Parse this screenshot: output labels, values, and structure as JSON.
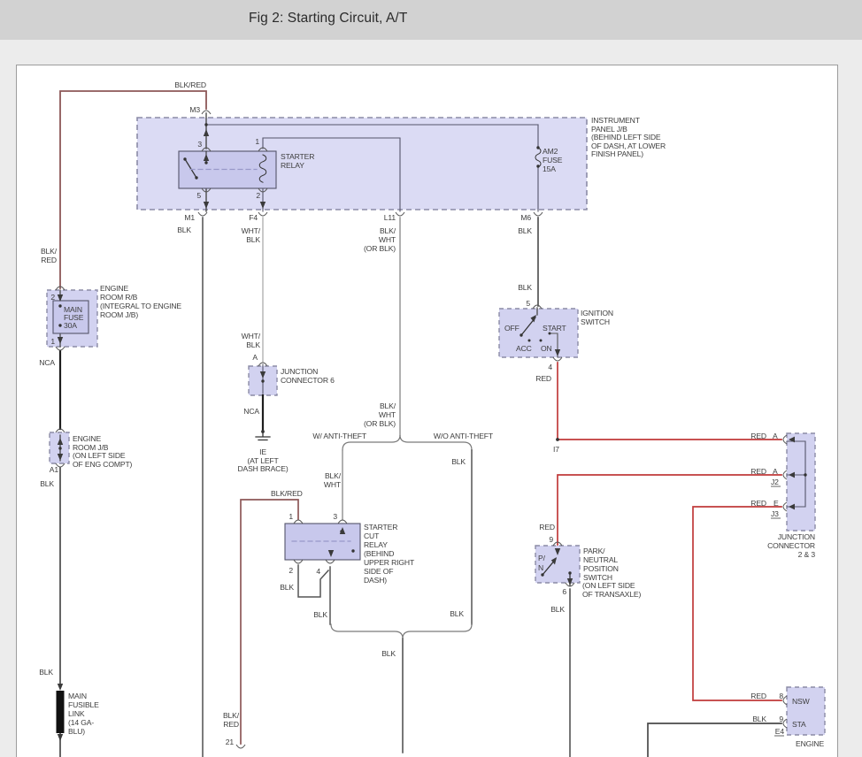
{
  "header": {
    "title": "Fig 2: Starting Circuit, A/T"
  },
  "colors": {
    "red_wire": "#c03a3a",
    "blk_wire": "#4a4a4a",
    "blkred_wire": "#8d5858",
    "box_fill": "#dbdbf4",
    "inner_fill": "#c8c8ec",
    "titlebar": "#d2d2d2"
  },
  "ipjb": {
    "note": [
      "INSTRUMENT",
      "PANEL J/B",
      "(BEHIND LEFT SIDE",
      "OF DASH, AT LOWER",
      "FINISH PANEL)"
    ],
    "m3": "M3",
    "m1": "M1",
    "f4": "F4",
    "l11": "L11",
    "m6": "M6",
    "relay": {
      "name": [
        "STARTER",
        "RELAY"
      ],
      "p3": "3",
      "p1": "1",
      "p5": "5",
      "p2": "2"
    },
    "fuse": [
      "AM2",
      "FUSE",
      "15A"
    ]
  },
  "erb": {
    "note": [
      "ENGINE",
      "ROOM R/B",
      "(INTEGRAL TO ENGINE",
      "ROOM J/B)"
    ],
    "fuse": [
      "MAIN",
      "FUSE",
      "30A"
    ],
    "p2": "2",
    "p1": "1"
  },
  "erjb": {
    "note": [
      "ENGINE",
      "ROOM J/B",
      "(ON LEFT SIDE",
      "OF ENG COMPT)"
    ],
    "a1": "A1"
  },
  "fusible": {
    "note": [
      "MAIN",
      "FUSIBLE",
      "LINK",
      "(14 GA-",
      "BLU)"
    ]
  },
  "jc6": {
    "note": [
      "JUNCTION",
      "CONNECTOR 6"
    ],
    "a": "A"
  },
  "ie": {
    "lines": [
      "IE",
      "(AT LEFT",
      "DASH BRACE)"
    ]
  },
  "ign": {
    "note": [
      "IGNITION",
      "SWITCH"
    ],
    "off": "OFF",
    "acc": "ACC",
    "on": "ON",
    "start": "START",
    "p5": "5",
    "p4": "4"
  },
  "scr": {
    "note": [
      "STARTER",
      "CUT",
      "RELAY",
      "(BEHIND",
      "UPPER RIGHT",
      "SIDE OF",
      "DASH)"
    ],
    "p1": "1",
    "p3": "3",
    "p2": "2",
    "p4": "4"
  },
  "pn": {
    "note": [
      "PARK/",
      "NEUTRAL",
      "POSITION",
      "SWITCH",
      "(ON LEFT SIDE",
      "OF TRANSAXLE)"
    ],
    "pos": [
      "P/",
      "N"
    ],
    "p9": "9",
    "p6": "6"
  },
  "jc23": {
    "note": [
      "JUNCTION",
      "CONNECTOR",
      "2 & 3"
    ]
  },
  "eng": {
    "nsw": "NSW",
    "sta": "STA",
    "name": "ENGINE",
    "p8": "8",
    "p9": "9",
    "e4": "E4"
  },
  "wires": {
    "blkred_top": "BLK/RED",
    "left_a": "BLK/",
    "left_b": "RED",
    "nca_left": "NCA",
    "a1_blk": "BLK",
    "bottom_blk": "BLK",
    "m1_blk": "BLK",
    "f4_a1": "WHT/",
    "f4_a2": "BLK",
    "f4_b1": "WHT/",
    "f4_b2": "BLK",
    "nca_jc6": "NCA",
    "l11_a1": "BLK/",
    "l11_a2": "WHT",
    "l11_a3": "(OR BLK)",
    "l11_b1": "BLK/",
    "l11_b2": "WHT",
    "l11_b3": "(OR BLK)",
    "m6_a": "BLK",
    "m6_b": "BLK",
    "ign_red": "RED",
    "i7": "I7",
    "branch_with": "W/ ANTI-THEFT",
    "branch_without": "W/O ANTI-THEFT",
    "scr_bw1": "BLK/",
    "scr_bw2": "WHT",
    "wo_blk_a": "BLK",
    "wo_blk_b": "BLK",
    "scr_blkred": "BLK/RED",
    "p2_blk": "BLK",
    "p4_blk": "BLK",
    "merged_blk": "BLK",
    "bot_blkred1": "BLK/",
    "bot_blkred2": "RED",
    "c21": "21",
    "pn_red": "RED",
    "pn_blk": "BLK",
    "jc_r1c": "RED",
    "jc_r1p": "A",
    "jc_r2c": "RED",
    "jc_r2p": "A",
    "jc_r2s": "J2",
    "jc_r3c": "RED",
    "jc_r3p": "E",
    "jc_r3s": "J3",
    "eng_red": "RED",
    "eng_blk": "BLK"
  }
}
